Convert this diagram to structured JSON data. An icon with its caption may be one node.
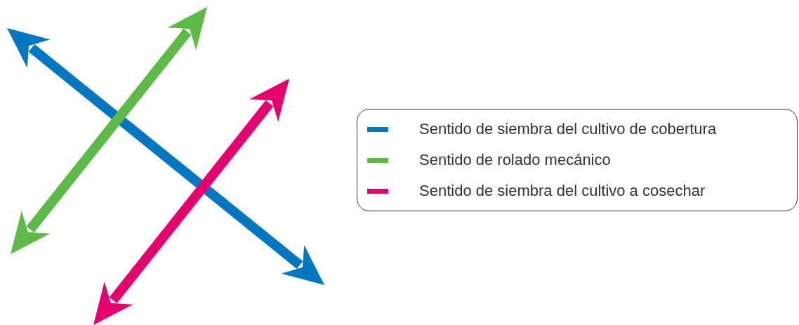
{
  "diagram": {
    "legend": [
      {
        "text": "Sentido de siembra del cultivo de cobertura",
        "color": "#0077c0"
      },
      {
        "text": "Sentido de rolado mecánico",
        "color": "#5cbb46"
      },
      {
        "text": "Sentido de siembra del cultivo a cosechar",
        "color": "#e6006e"
      }
    ]
  }
}
